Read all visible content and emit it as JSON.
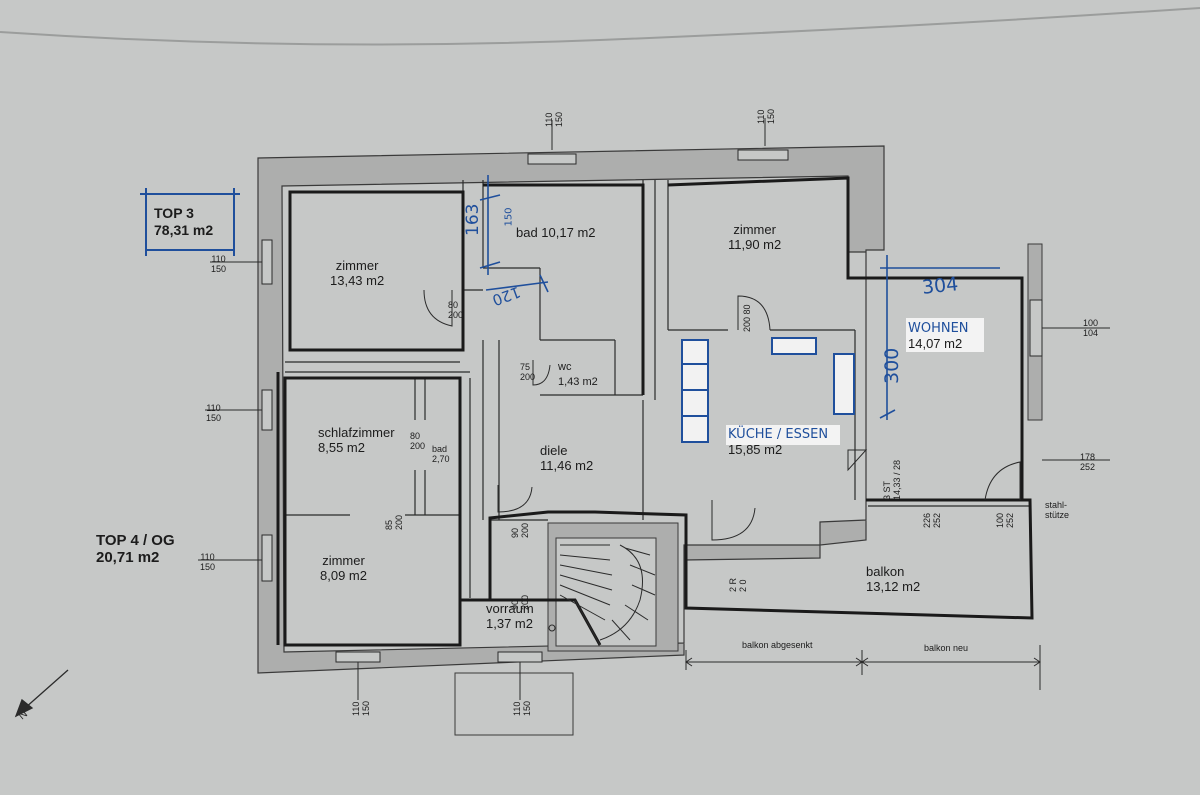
{
  "top3": {
    "name": "TOP 3",
    "area": "78,31 m2"
  },
  "top4": {
    "name": "TOP 4 / OG",
    "area": "20,71 m2"
  },
  "rooms": [
    {
      "name": "zimmer",
      "area": "13,43 m2"
    },
    {
      "name": "bad 10,17 m2",
      "area": ""
    },
    {
      "name": "zimmer",
      "area": "11,90 m2"
    },
    {
      "name": "WOHNEN",
      "area": "14,07 m2"
    },
    {
      "name": "wc",
      "area": "1,43 m2"
    },
    {
      "name": "schlafzimmer",
      "area": "8,55 m2"
    },
    {
      "name": "diele",
      "area": "11,46 m2"
    },
    {
      "name": "KÜCHE / ESSEN",
      "area": "15,85 m2"
    },
    {
      "name": "zimmer",
      "area": "8,09 m2"
    },
    {
      "name": "vorraum",
      "area": "1,37 m2"
    },
    {
      "name": "balkon",
      "area": "13,12 m2"
    }
  ],
  "bad_small": {
    "name": "bad",
    "area": "2,70"
  },
  "window_dims": [
    {
      "a": "110",
      "b": "150"
    },
    {
      "a": "110",
      "b": "150"
    },
    {
      "a": "110",
      "b": "150"
    },
    {
      "a": "110",
      "b": "150"
    },
    {
      "a": "110",
      "b": "150"
    },
    {
      "a": "110",
      "b": "150"
    },
    {
      "a": "110",
      "b": "150"
    },
    {
      "a": "100",
      "b": "104"
    },
    {
      "a": "178",
      "b": "252"
    }
  ],
  "door_dims": [
    {
      "a": "80",
      "b": "200"
    },
    {
      "a": "75",
      "b": "200"
    },
    {
      "a": "80",
      "b": "200"
    },
    {
      "a": "80",
      "b": "200"
    },
    {
      "a": "85",
      "b": "200"
    },
    {
      "a": "90",
      "b": "200"
    },
    {
      "a": "90",
      "b": "200"
    },
    {
      "a": "226",
      "b": "252"
    },
    {
      "a": "100",
      "b": "252"
    },
    {
      "a": "2 R",
      "b": "2 0"
    }
  ],
  "stair_note": "3 ST\n14,33 / 28",
  "stahl_note": "stahl-\nstütze",
  "balkon_abgesenkt": "balkon abgesenkt",
  "balkon_neu": "balkon neu",
  "hand_dims": {
    "d163": "163",
    "d120": "120",
    "d304": "304",
    "d300": "300",
    "d150": "150"
  },
  "colors": {
    "paper": "#c6c8c7",
    "wall": "#a9aaa9",
    "line": "#2b2b2b",
    "blue": "#1f4f9c"
  }
}
